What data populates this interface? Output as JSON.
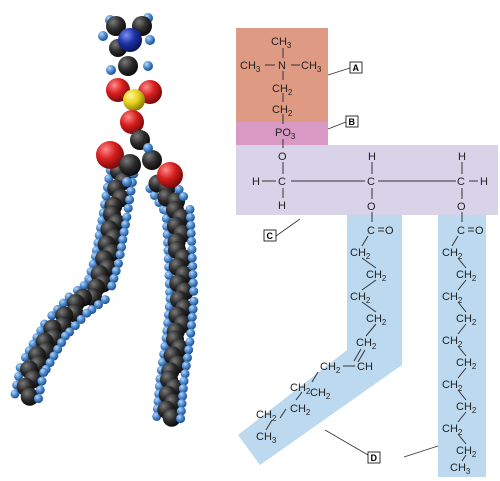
{
  "colors": {
    "choline_region": "#de9a83",
    "phosphate_region": "#d89ac5",
    "glycerol_region": "#d9d3ea",
    "tail_region": "#bcd9ef",
    "carbon_atom": "#2b2b2b",
    "hydrogen_atom": "#4f8fd6",
    "oxygen_atom": "#d81f1f",
    "nitrogen_atom": "#1e32a8",
    "phosphorus_atom": "#e7d41e"
  },
  "labels": {
    "a": "A",
    "b": "B",
    "c": "C",
    "d": "D"
  },
  "choline": {
    "methyl_top": "CH",
    "methyl_top_sub": "3",
    "methyl_left": "CH",
    "methyl_left_sub": "3",
    "nitrogen": "N",
    "methyl_right": "CH",
    "methyl_right_sub": "3",
    "ch2_upper": "CH",
    "ch2_upper_sub": "2",
    "ch2_lower": "CH",
    "ch2_lower_sub": "2"
  },
  "phosphate": {
    "group": "PO",
    "group_sub": "3",
    "oxygen": "O"
  },
  "glycerol": {
    "h_top_mid": "H",
    "h_top_right": "H",
    "h_left": "H",
    "c_left": "C",
    "c_mid": "C",
    "c_right": "C",
    "h_right": "H",
    "h_bottom_left": "H",
    "o_mid": "O",
    "o_right": "O"
  },
  "tail_left": {
    "carbonyl_c": "C",
    "carbonyl_o": "O",
    "ch2": "CH",
    "ch2_sub": "2",
    "ch_double": "CH",
    "ch3": "CH",
    "ch3_sub": "3"
  },
  "tail_right": {
    "carbonyl_c": "C",
    "carbonyl_o": "O",
    "ch2": "CH",
    "ch2_sub": "2",
    "ch3": "CH",
    "ch3_sub": "3"
  }
}
